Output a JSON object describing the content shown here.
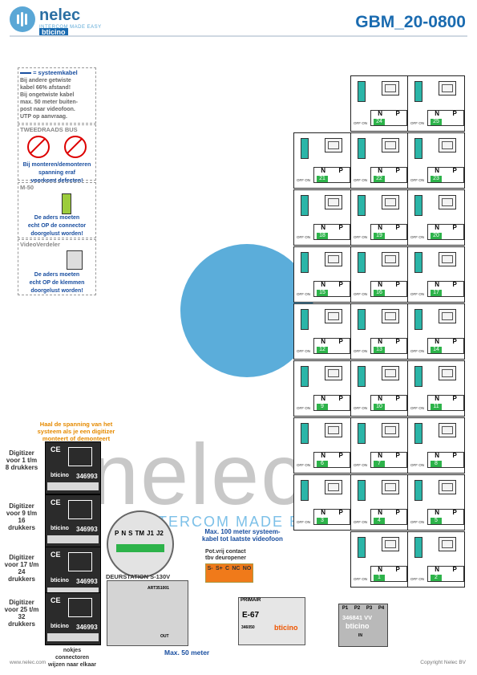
{
  "header": {
    "brand": "nelec",
    "brand_tagline": "INTERCOM MADE EASY",
    "brand_partner": "bticino",
    "doc_code": "GBM_20-0800"
  },
  "watermark": {
    "word": "nelec",
    "sub": "INTERCOM MADE EASY"
  },
  "notes": {
    "system_cable": {
      "legend": "= systeemkabel",
      "lines": [
        "Bij andere getwiste",
        "kabel 66% afstand!",
        "Bij ongetwiste kabel",
        "max. 50 meter buiten-",
        "post naar videofoon.",
        "UTP op aanvraag."
      ]
    },
    "two_wire_bus": {
      "title": "TWEEDRAADS BUS",
      "text": [
        "Bij monteren/demonteren",
        "spanning eraf",
        "voorkomt defecten!"
      ]
    },
    "m50": {
      "title": "M-50",
      "text": [
        "De aders moeten",
        "echt OP de connector",
        "doorgelust worden!"
      ]
    },
    "video_splitter": {
      "title": "VideoVerdeler",
      "text": [
        "De aders moeten",
        "echt OP de klemmen",
        "doorgelust worden!"
      ]
    }
  },
  "digitizer_note": [
    "Haal de spanning van het",
    "systeem als je een digitizer",
    "monteert of demonteert"
  ],
  "digitizers": [
    {
      "label": "Digitizer voor 1 t/m 8 drukkers",
      "code": "346993",
      "ce": "CE"
    },
    {
      "label": "Digitizer voor 9 t/m 16 drukkers",
      "code": "346993",
      "ce": "CE"
    },
    {
      "label": "Digitizer voor 17 t/m 24 drukkers",
      "code": "346993",
      "ce": "CE"
    },
    {
      "label": "Digitizer voor 25 t/m 32 drukkers",
      "code": "346993",
      "ce": "CE"
    }
  ],
  "door_station": {
    "title": "DEURSTATION S-130V",
    "model": "ART351001",
    "terminals": [
      "P",
      "N",
      "S",
      "TM",
      "J1",
      "J2"
    ],
    "out_label": "OUT"
  },
  "relay": {
    "label": [
      "Pot.vrij contact",
      "tbv deuropener"
    ],
    "terminals": [
      "S-",
      "S+",
      "C",
      "NC",
      "NO"
    ]
  },
  "max100": [
    "Max. 100 meter systeem-",
    "kabel tot laatste videofoon"
  ],
  "max50": "Max. 50 meter",
  "connector_note": [
    "nokjes connectoren",
    "wijzen naar elkaar"
  ],
  "power_supply": {
    "primary": "PRIMAIR",
    "model": "E-67",
    "code": "346050",
    "brand": "bticino"
  },
  "distributor": {
    "ports": [
      "P1",
      "P2",
      "P3",
      "P4"
    ],
    "code": "346841",
    "mark": "VV",
    "brand": "bticino",
    "in_label": "IN"
  },
  "videophones": {
    "np_labels": [
      "N",
      "P"
    ],
    "offon_label": "OFF ON",
    "cells": [
      {
        "num": "24"
      },
      {
        "num": "25"
      },
      {
        "num": "21"
      },
      {
        "num": "22"
      },
      {
        "num": "23"
      },
      {
        "num": "18"
      },
      {
        "num": "19"
      },
      {
        "num": "20"
      },
      {
        "num": "15"
      },
      {
        "num": "16"
      },
      {
        "num": "17"
      },
      {
        "num": "12"
      },
      {
        "num": "13"
      },
      {
        "num": "14"
      },
      {
        "num": "9"
      },
      {
        "num": "10"
      },
      {
        "num": "11"
      },
      {
        "num": "6"
      },
      {
        "num": "7"
      },
      {
        "num": "8"
      },
      {
        "num": "3"
      },
      {
        "num": "4"
      },
      {
        "num": "5"
      },
      {
        "num": "1"
      },
      {
        "num": "2"
      }
    ]
  },
  "footer": {
    "left": "www.nelec.com",
    "right": "Copyright Nelec BV"
  }
}
